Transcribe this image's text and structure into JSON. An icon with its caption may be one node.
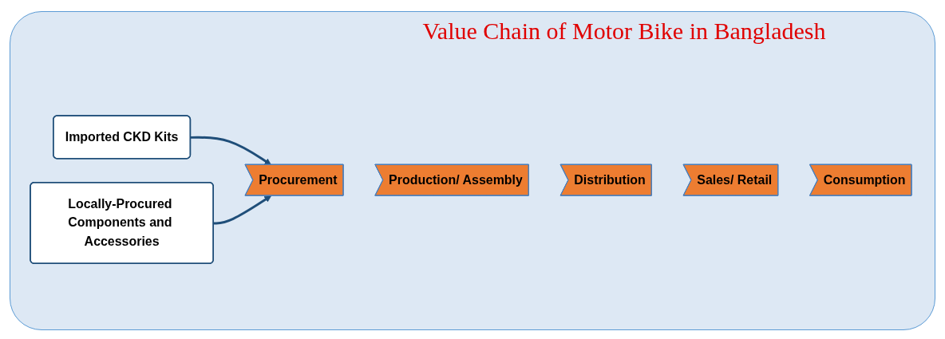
{
  "diagram": {
    "title": "Value Chain of Motor Bike in Bangladesh",
    "nodes": [
      {
        "text": [
          "Imported CKD Kits"
        ]
      },
      {
        "text": [
          "Procurement"
        ]
      },
      {
        "text": [
          "Production/ Assembly"
        ]
      },
      {
        "text": [
          "Distribution"
        ]
      },
      {
        "text": [
          "Sales/ Retail"
        ]
      },
      {
        "text": [
          "Consumption"
        ]
      },
      {
        "text": [
          "Locally-Procured Components and Accessories"
        ]
      }
    ],
    "edges": [
      {
        "from": 0,
        "to": 1,
        "arrow": "to"
      },
      {
        "from": 6,
        "to": 1,
        "arrow": "to"
      }
    ]
  }
}
